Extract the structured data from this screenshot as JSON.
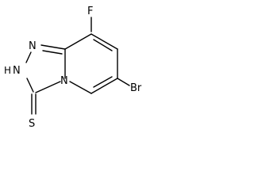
{
  "molecule": {
    "atoms": {
      "fluorine": "F",
      "bromine": "Br",
      "nitrogen_1": "N",
      "nitrogen_2_h": "H",
      "nitrogen_2": "N",
      "nitrogen_4": "N",
      "sulfur": "S"
    }
  }
}
